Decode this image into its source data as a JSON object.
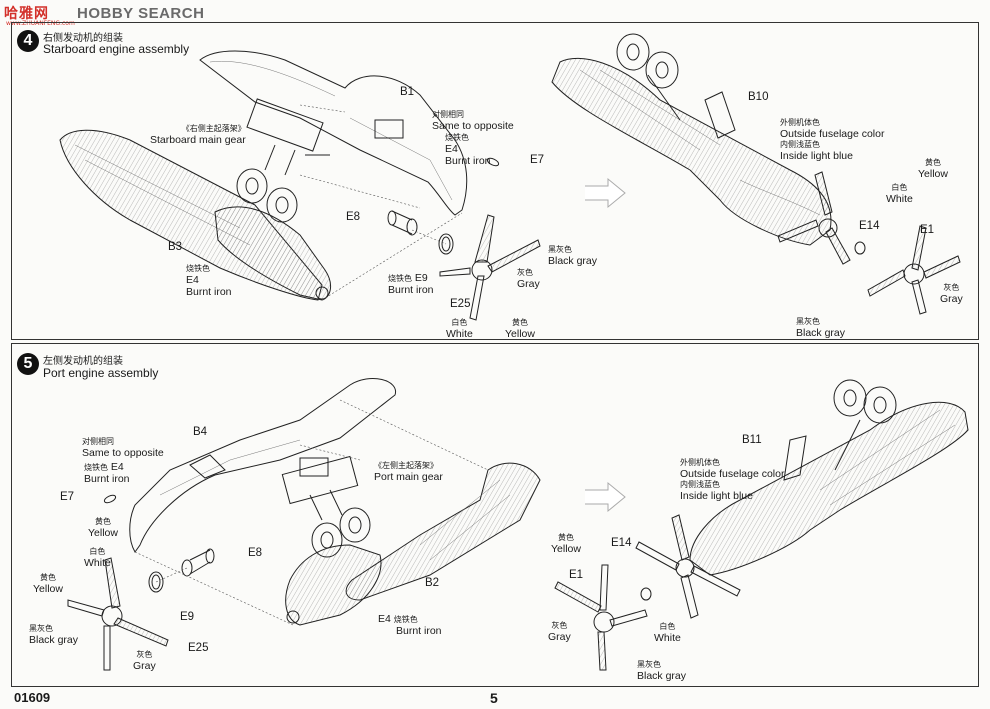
{
  "watermark": {
    "logo_text": "哈雅网",
    "site": "HOBBY SEARCH",
    "domain": "www.ZHUANFENG.com"
  },
  "step4": {
    "number": "4",
    "title_cn": "右侧发动机的组装",
    "title_en": "Starboard engine assembly",
    "labels": {
      "b1": "B1",
      "b3": "B3",
      "e4_cn": "烧铁色",
      "e4": "E4",
      "e4_en": "Burnt iron",
      "opp_cn": "对侧相同",
      "opp_en": "Same to opposite",
      "e4b_cn": "烧铁色",
      "e4b": "E4",
      "e4b_en": "Burnt iron",
      "gear_cn": "《右侧主起落架》",
      "gear_en": "Starboard main gear",
      "e7": "E7",
      "e8": "E8",
      "e9_cn": "烧铁色",
      "e9": "E9",
      "e9_en": "Burnt iron",
      "e25": "E25",
      "white_cn": "白色",
      "white_en": "White",
      "yellow_cn": "黄色",
      "yellow_en": "Yellow",
      "gray_cn": "灰色",
      "gray_en": "Gray",
      "black_cn": "黑灰色",
      "black_en": "Black gray",
      "b10": "B10",
      "outside_cn": "外侧机体色",
      "outside_en": "Outside fuselage color",
      "inside_cn": "内侧浅蓝色",
      "inside_en": "Inside light blue",
      "e14": "E14",
      "e1": "E1",
      "r_yellow_cn": "黄色",
      "r_yellow_en": "Yellow",
      "r_white_cn": "白色",
      "r_white_en": "White",
      "r_gray_cn": "灰色",
      "r_gray_en": "Gray",
      "r_black_cn": "黑灰色",
      "r_black_en": "Black gray"
    }
  },
  "step5": {
    "number": "5",
    "title_cn": "左侧发动机的组装",
    "title_en": "Port engine assembly",
    "labels": {
      "b4": "B4",
      "opp_cn": "对侧相同",
      "opp_en": "Same to opposite",
      "e4_cn": "烧铁色",
      "e4": "E4",
      "e4_en": "Burnt iron",
      "e7": "E7",
      "yellow_cn": "黄色",
      "yellow_en": "Yellow",
      "white_cn": "白色",
      "white_en": "White",
      "e8": "E8",
      "l_yellow_cn": "黄色",
      "l_yellow_en": "Yellow",
      "black_cn": "黑灰色",
      "black_en": "Black gray",
      "e9": "E9",
      "e25": "E25",
      "gray_cn": "灰色",
      "gray_en": "Gray",
      "gear_cn": "《左侧主起落架》",
      "gear_en": "Port main gear",
      "b2": "B2",
      "e4b": "E4",
      "e4b_cn": "烧铁色",
      "e4b_en": "Burnt iron",
      "b11": "B11",
      "outside_cn": "外侧机体色",
      "outside_en": "Outside fuselage color",
      "inside_cn": "内侧浅蓝色",
      "inside_en": "Inside light blue",
      "r_yellow_cn": "黄色",
      "r_yellow_en": "Yellow",
      "e14": "E14",
      "e1": "E1",
      "r_white_cn": "白色",
      "r_white_en": "White",
      "r_gray_cn": "灰色",
      "r_gray_en": "Gray",
      "r_black_cn": "黑灰色",
      "r_black_en": "Black gray"
    }
  },
  "footer": {
    "code": "01609",
    "page": "5"
  }
}
